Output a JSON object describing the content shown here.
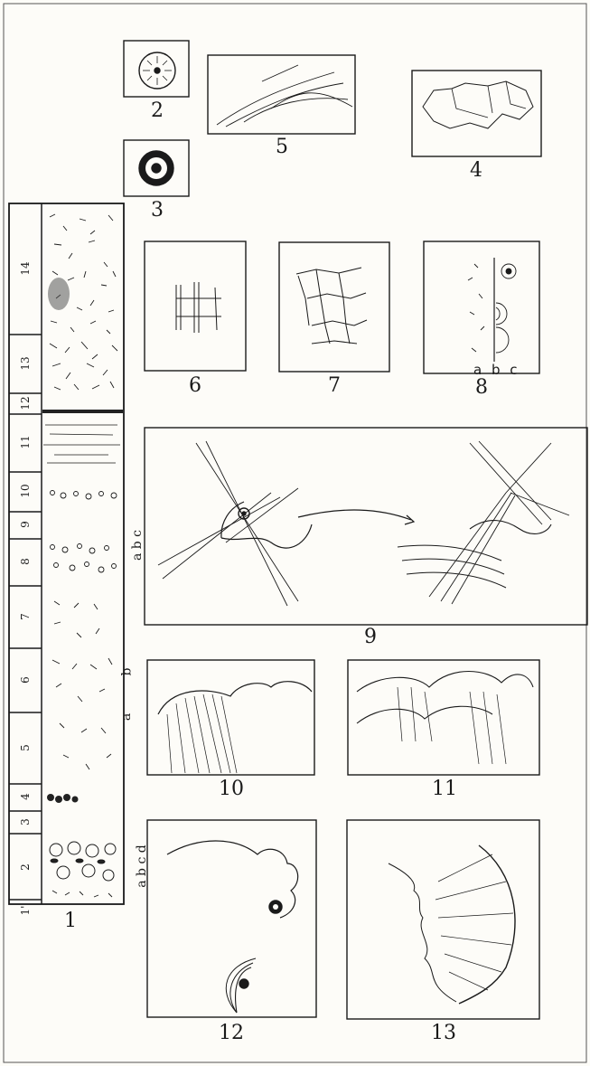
{
  "figures": {
    "f1": "1",
    "f2": "2",
    "f3": "3",
    "f4": "4",
    "f5": "5",
    "f6": "6",
    "f7": "7",
    "f8": "8",
    "f9": "9",
    "f10": "10",
    "f11": "11",
    "f12": "12",
    "f13": "13"
  },
  "column_layers": [
    "14",
    "13",
    "12",
    "11",
    "10",
    "9",
    "8",
    "7",
    "6",
    "5",
    "4",
    "3",
    "2",
    "1'"
  ],
  "column_letters": {
    "upper": "a b c",
    "middle_a": "a",
    "middle_b": "b",
    "lower": "a b c d"
  },
  "fig8_letters": "a b c"
}
